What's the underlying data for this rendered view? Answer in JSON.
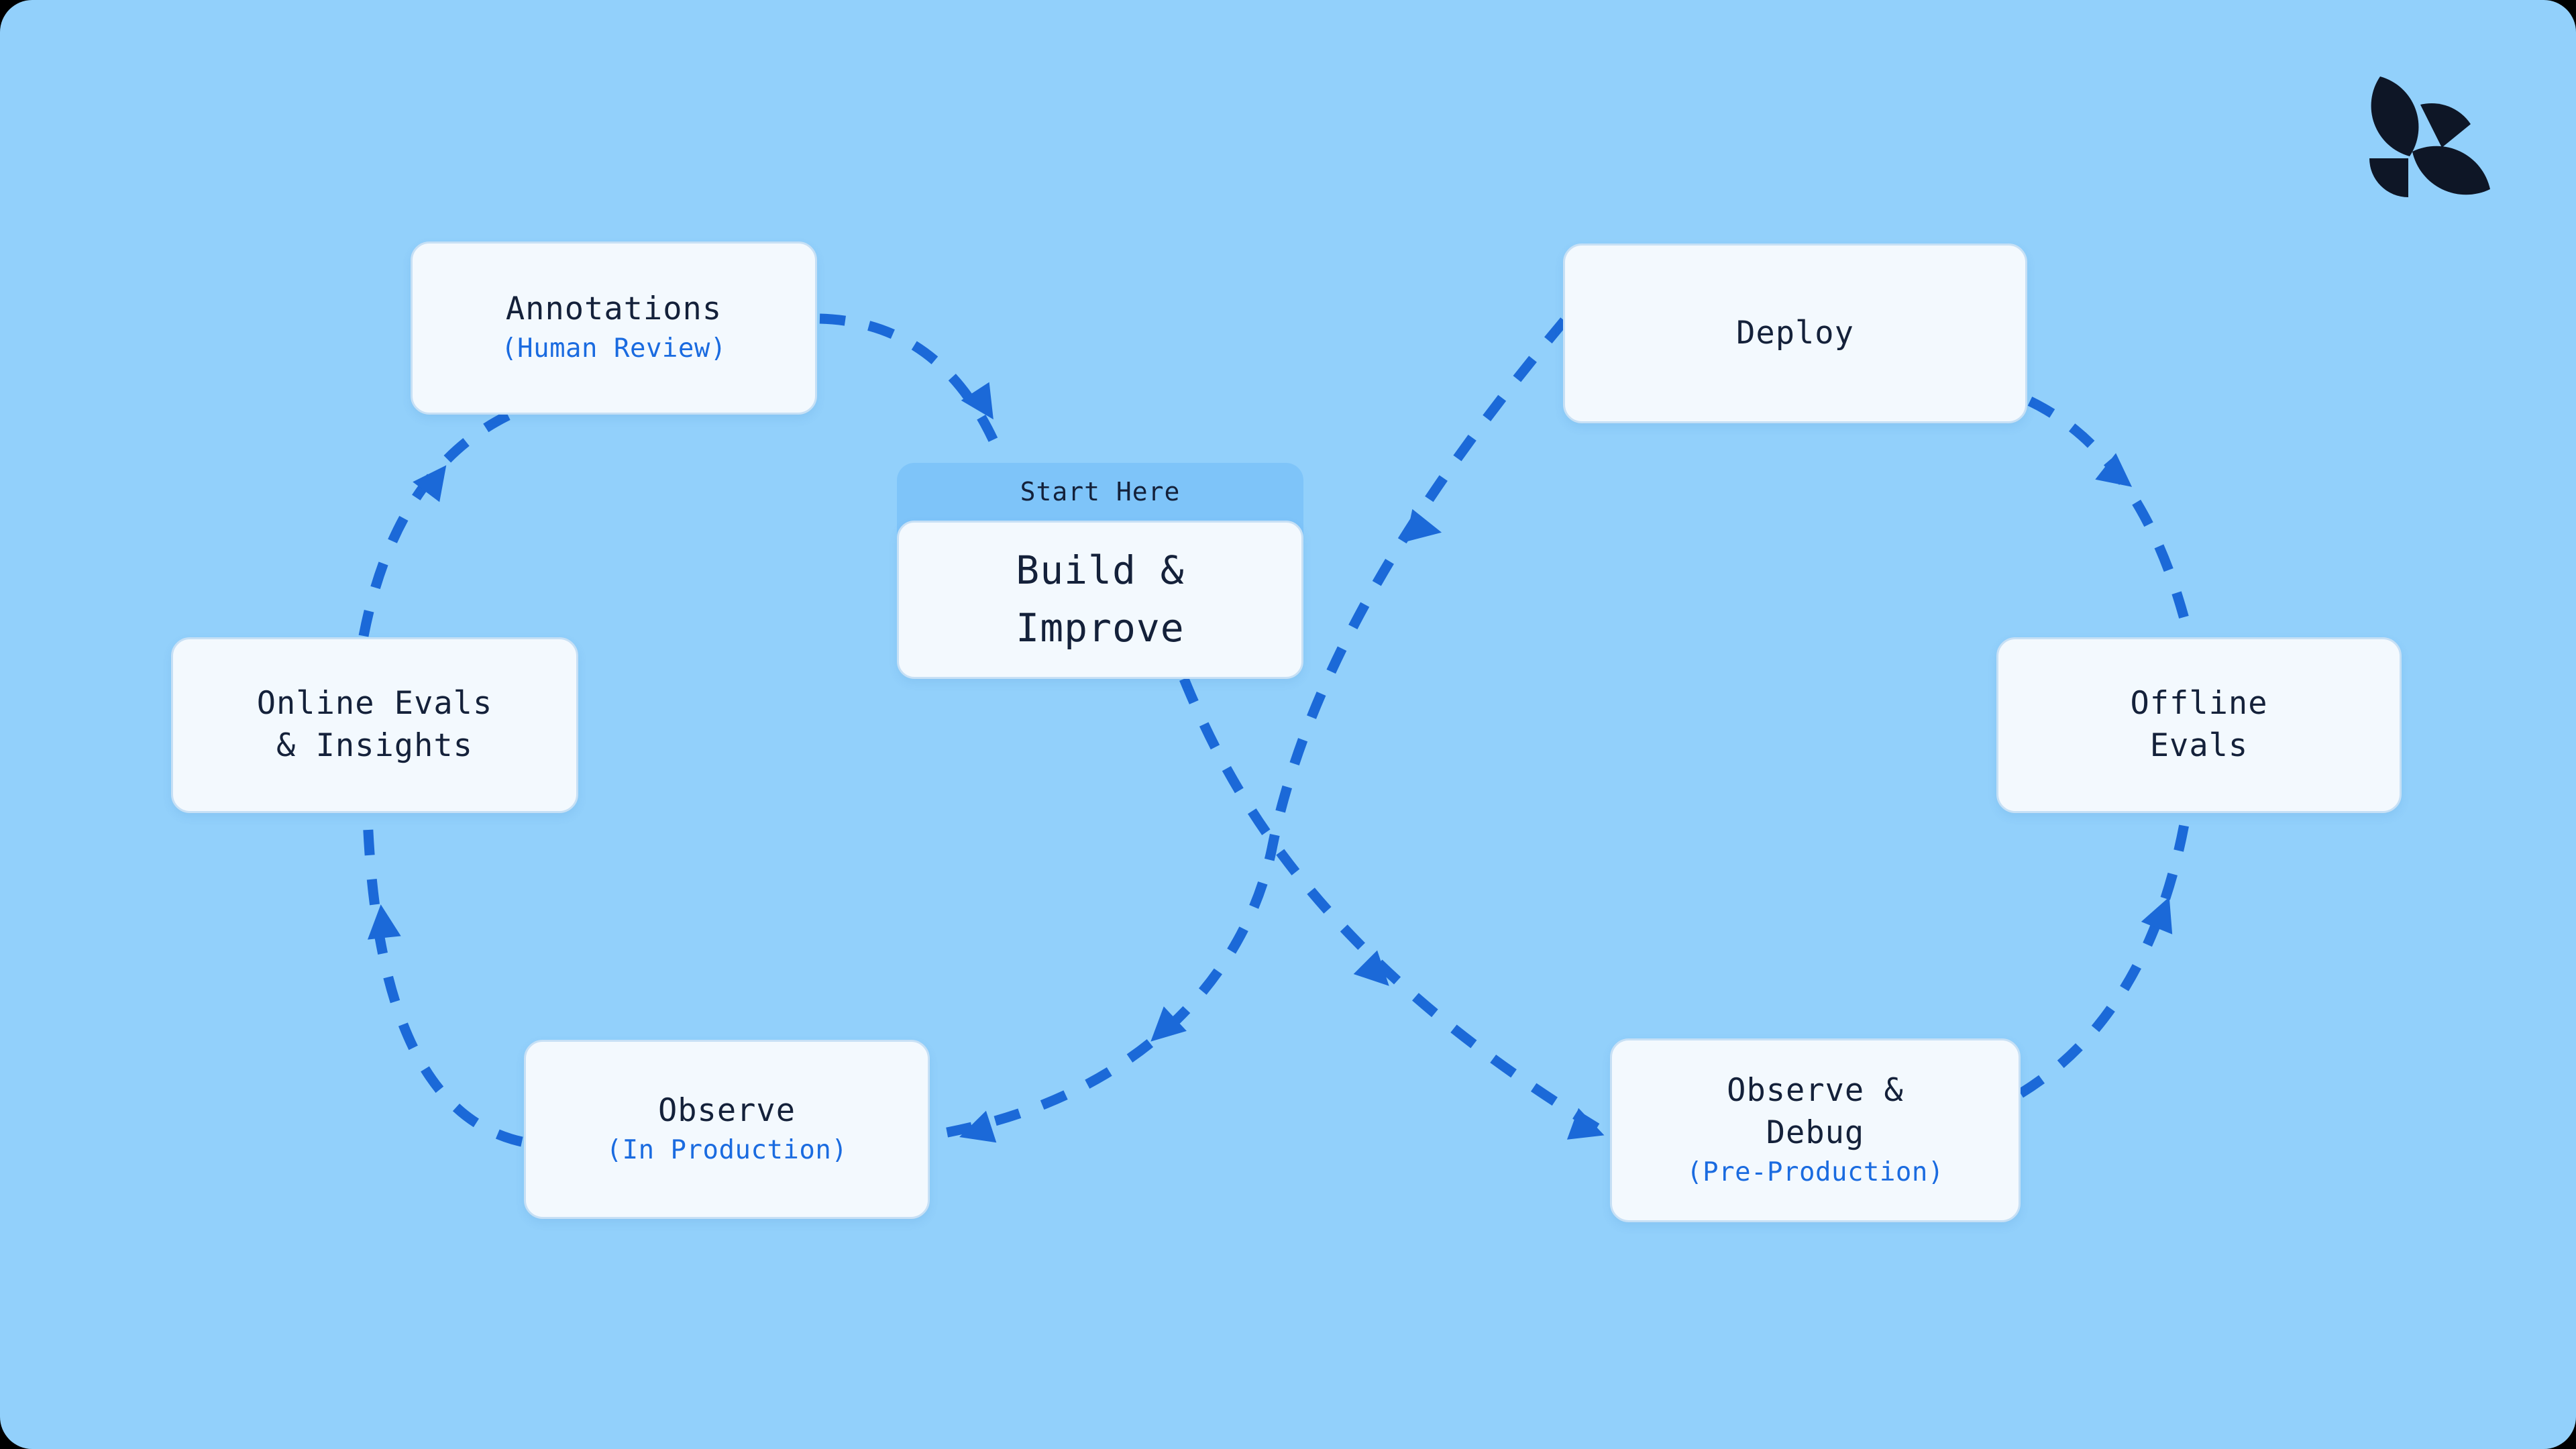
{
  "app": {
    "name": "llmops-evaluation-loop-diagram"
  },
  "colors": {
    "bg": "#92d0fb",
    "arrow": "#1b69d8",
    "box-bg": "#f3f9fe",
    "box-border": "#c7e0f5",
    "header-bg": "#7ec4f9",
    "title": "#14213a",
    "subtitle": "#1a6be0",
    "logo": "#0e1626"
  },
  "logo": {
    "icon": "pinwheel-leaves-logo"
  },
  "nodes": {
    "annotations": {
      "title": "Annotations",
      "subtitle": "(Human Review)"
    },
    "online_evals": {
      "title": "Online Evals\n& Insights"
    },
    "observe_production": {
      "title": "Observe",
      "subtitle": "(In Production)"
    },
    "build_improve": {
      "badge": "Start Here",
      "title": "Build &\nImprove"
    },
    "deploy": {
      "title": "Deploy"
    },
    "offline_evals": {
      "title": "Offline\nEvals"
    },
    "observe_debug": {
      "title": "Observe &\nDebug",
      "subtitle": "(Pre-Production)"
    }
  },
  "edges": [
    {
      "from": "annotations",
      "to": "build_improve"
    },
    {
      "from": "build_improve",
      "to": "observe_debug"
    },
    {
      "from": "observe_debug",
      "to": "offline_evals"
    },
    {
      "from": "deploy",
      "to": "offline_evals"
    },
    {
      "from": "deploy",
      "to": "observe_production"
    },
    {
      "from": "observe_production",
      "to": "online_evals"
    },
    {
      "from": "online_evals",
      "to": "annotations"
    }
  ]
}
